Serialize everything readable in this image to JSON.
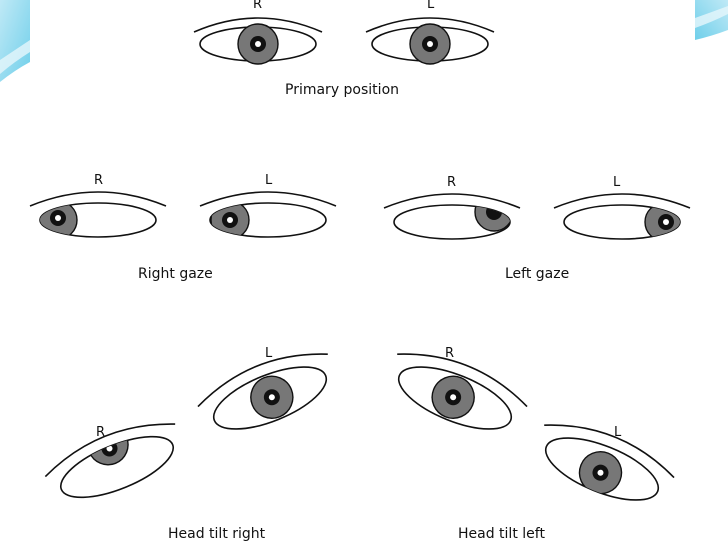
{
  "slide": {
    "accent_colors": [
      "#4fc3e6",
      "#9ee0f2",
      "#d8f1f9"
    ]
  },
  "diagram": {
    "primary": {
      "right_label": "R",
      "left_label": "L",
      "caption": "Primary position"
    },
    "right_gaze": {
      "right_label": "R",
      "left_label": "L",
      "caption": "Right gaze"
    },
    "left_gaze": {
      "right_label": "R",
      "left_label": "L",
      "caption": "Left gaze"
    },
    "head_tilt_right": {
      "right_label": "R",
      "left_label": "L",
      "caption": "Head tilt right"
    },
    "head_tilt_left": {
      "right_label": "R",
      "left_label": "L",
      "caption": "Head tilt left"
    }
  }
}
